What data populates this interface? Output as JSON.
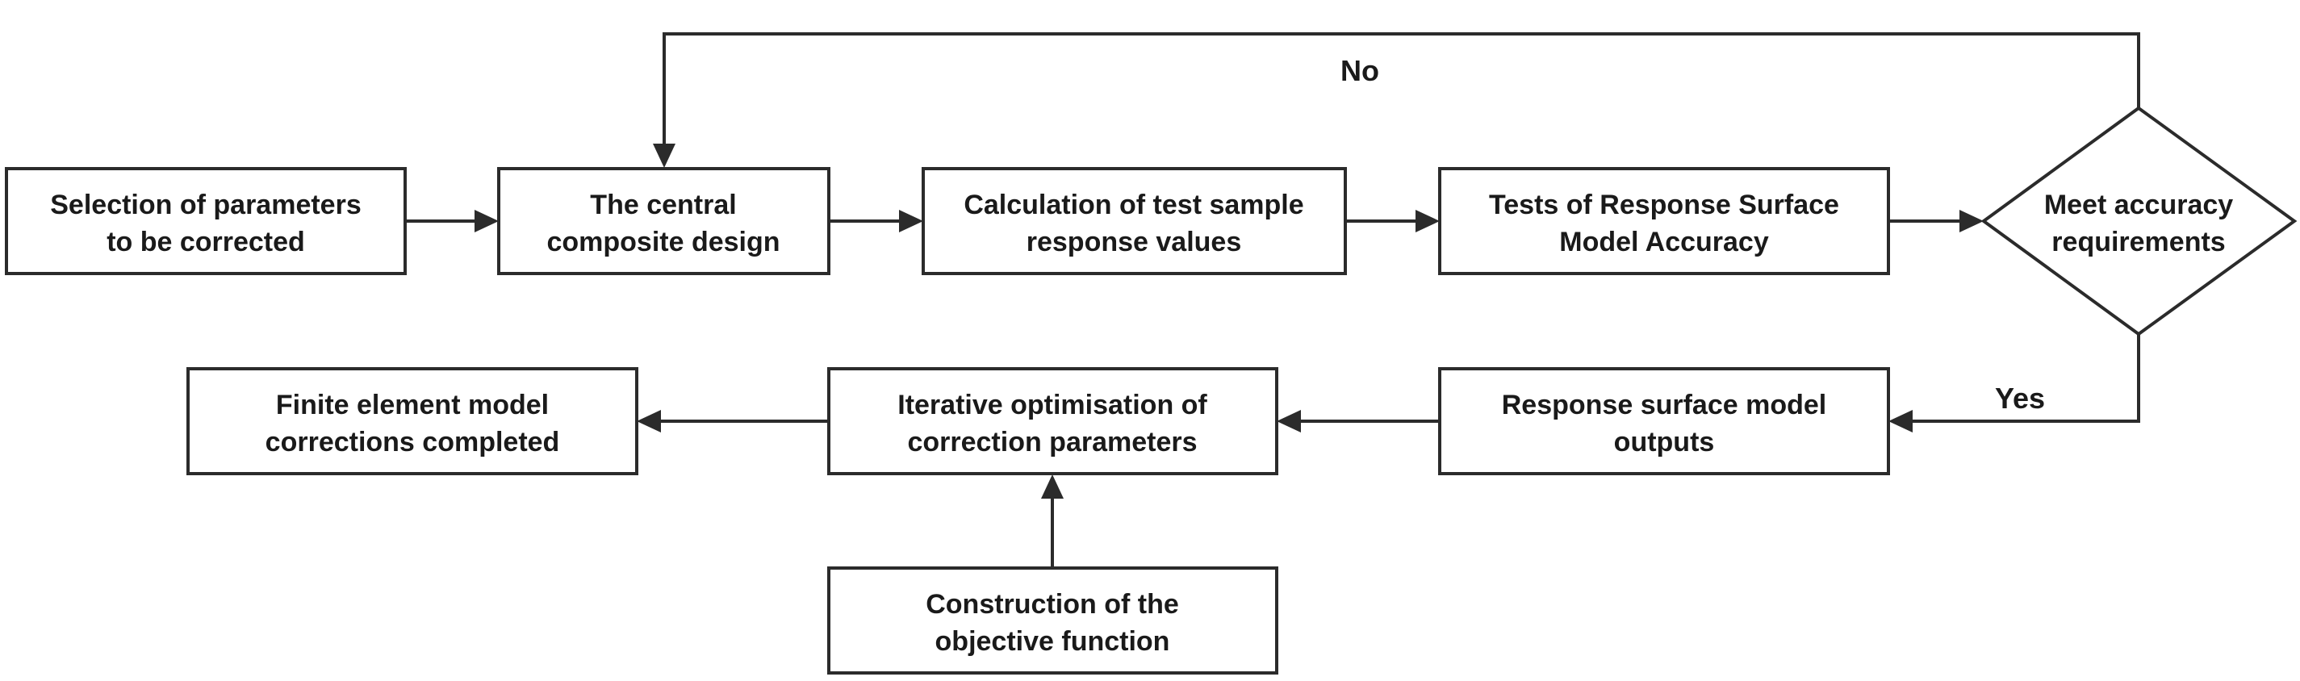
{
  "nodes": {
    "selection": {
      "line1": "Selection of parameters",
      "line2": "to be corrected"
    },
    "ccd": {
      "line1": "The central",
      "line2": "composite design"
    },
    "calc": {
      "line1": "Calculation of test sample",
      "line2": "response values"
    },
    "tests": {
      "line1": "Tests of Response Surface",
      "line2": "Model Accuracy"
    },
    "decision": {
      "line1": "Meet accuracy",
      "line2": "requirements"
    },
    "rsm_out": {
      "line1": "Response surface model",
      "line2": "outputs"
    },
    "iterative": {
      "line1": "Iterative optimisation of",
      "line2": "correction parameters"
    },
    "fe_done": {
      "line1": "Finite element model",
      "line2": "corrections completed"
    },
    "objective": {
      "line1": "Construction of the",
      "line2": "objective function"
    }
  },
  "edges": {
    "no_label": "No",
    "yes_label": "Yes"
  },
  "colors": {
    "stroke": "#2b2b2b",
    "text": "#1a1a1a",
    "background": "#ffffff"
  }
}
